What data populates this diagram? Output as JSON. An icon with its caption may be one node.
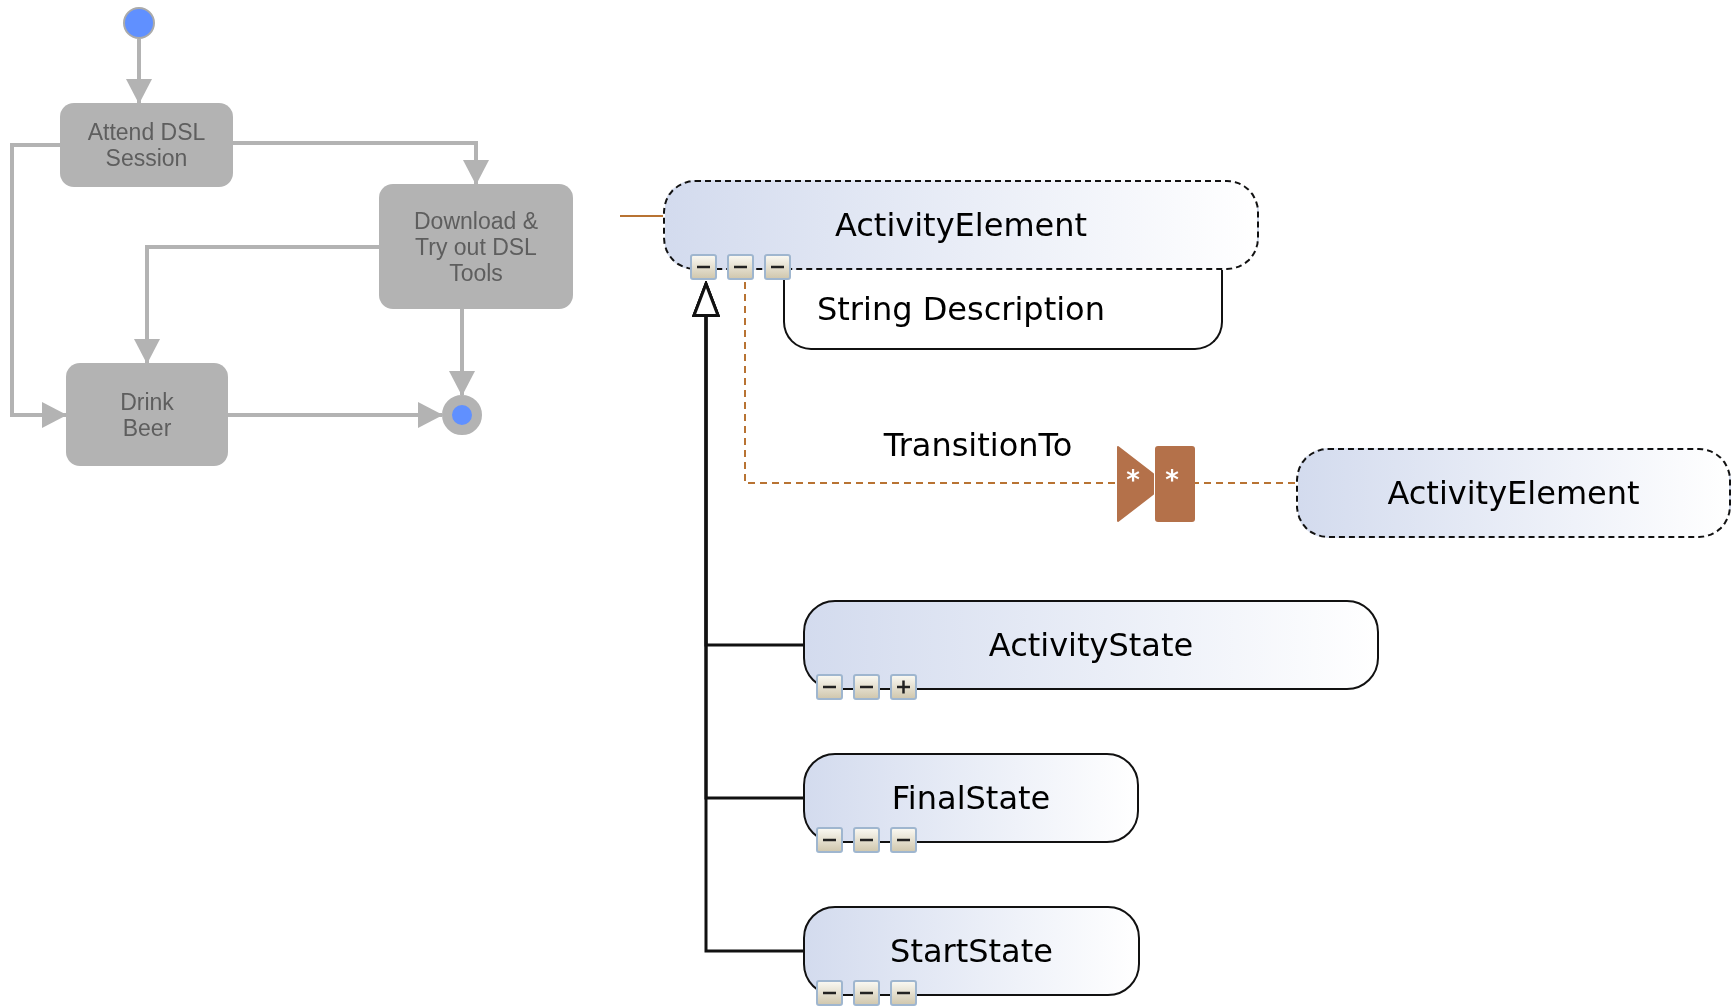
{
  "diagram": {
    "nodes": [
      {
        "text": [],
        "shape": "circle"
      },
      {
        "text": [
          "Attend DSL Session"
        ]
      },
      {
        "text": [
          "Download & Try out DSL Tools"
        ]
      },
      {
        "text": [
          "Drink Beer"
        ]
      },
      {
        "text": [],
        "shape": "circle"
      },
      {
        "text": [
          "ActivityElement"
        ]
      },
      {
        "text": [
          "String Description"
        ]
      },
      {
        "text": [
          "ActivityElement"
        ]
      },
      {
        "text": [
          "ActivityState"
        ]
      },
      {
        "text": [
          "FinalState"
        ]
      },
      {
        "text": [
          "StartState"
        ]
      }
    ],
    "edges": [
      {
        "from": 0,
        "to": 1,
        "arrow": "to"
      },
      {
        "from": 1,
        "to": 2,
        "arrow": "to"
      },
      {
        "from": 1,
        "to": 3,
        "arrow": "to"
      },
      {
        "from": 2,
        "to": 3,
        "arrow": "to"
      },
      {
        "from": 2,
        "to": 4,
        "arrow": "to"
      },
      {
        "from": 3,
        "to": 4,
        "arrow": "to"
      },
      {
        "from": 8,
        "to": 5,
        "arrow": "to",
        "color": "#111111"
      },
      {
        "from": 9,
        "to": 5,
        "arrow": "to",
        "color": "#111111"
      },
      {
        "from": 10,
        "to": 5,
        "arrow": "to",
        "color": "#111111"
      },
      {
        "from": 5,
        "to": 7,
        "arrow": "none",
        "label": "TransitionTo",
        "style": "dashed",
        "color": "#b87333"
      },
      {
        "from": null,
        "to": 5,
        "arrow": "none",
        "color": "#b87333"
      }
    ],
    "labels": [
      "*",
      "*"
    ]
  }
}
